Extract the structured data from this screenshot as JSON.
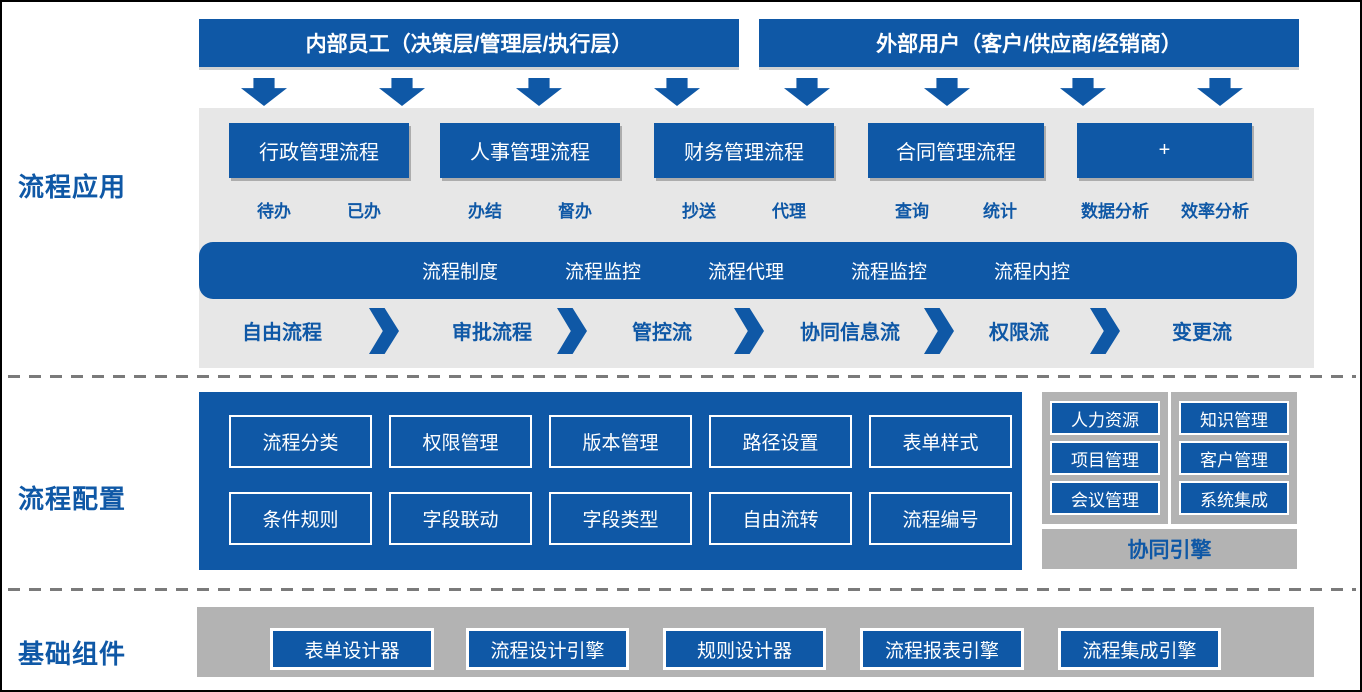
{
  "colors": {
    "primary_blue": "#0F58A6",
    "panel_gray_light": "#E7E7E7",
    "panel_gray_dark": "#B3B3B3",
    "text_on_blue": "#FFFFFF"
  },
  "sections": {
    "app": {
      "label": "流程应用"
    },
    "config": {
      "label": "流程配置"
    },
    "base": {
      "label": "基础组件"
    }
  },
  "headers": [
    {
      "label": "内部员工（决策层/管理层/执行层）"
    },
    {
      "label": "外部用户（客户/供应商/经销商）"
    }
  ],
  "apps": [
    {
      "name": "行政管理流程",
      "subs": [
        "待办",
        "已办"
      ]
    },
    {
      "name": "人事管理流程",
      "subs": [
        "办结",
        "督办"
      ]
    },
    {
      "name": "财务管理流程",
      "subs": [
        "抄送",
        "代理"
      ]
    },
    {
      "name": "合同管理流程",
      "subs": [
        "查询",
        "统计"
      ]
    },
    {
      "name": "+",
      "subs": [
        "数据分析",
        "效率分析"
      ]
    }
  ],
  "services_bar": {
    "items": [
      "流程制度",
      "流程监控",
      "流程代理",
      "流程监控",
      "流程内控"
    ]
  },
  "flow": {
    "steps": [
      "自由流程",
      "审批流程",
      "管控流",
      "协同信息流",
      "权限流",
      "变更流"
    ]
  },
  "config": {
    "rows": [
      [
        "流程分类",
        "权限管理",
        "版本管理",
        "路径设置",
        "表单样式"
      ],
      [
        "条件规则",
        "字段联动",
        "字段类型",
        "自由流转",
        "流程编号"
      ]
    ]
  },
  "modules": {
    "col1": [
      "人力资源",
      "项目管理",
      "会议管理"
    ],
    "col2": [
      "知识管理",
      "客户管理",
      "系统集成"
    ],
    "engine": "协同引擎"
  },
  "base": {
    "components": [
      "表单设计器",
      "流程设计引擎",
      "规则设计器",
      "流程报表引擎",
      "流程集成引擎"
    ]
  }
}
